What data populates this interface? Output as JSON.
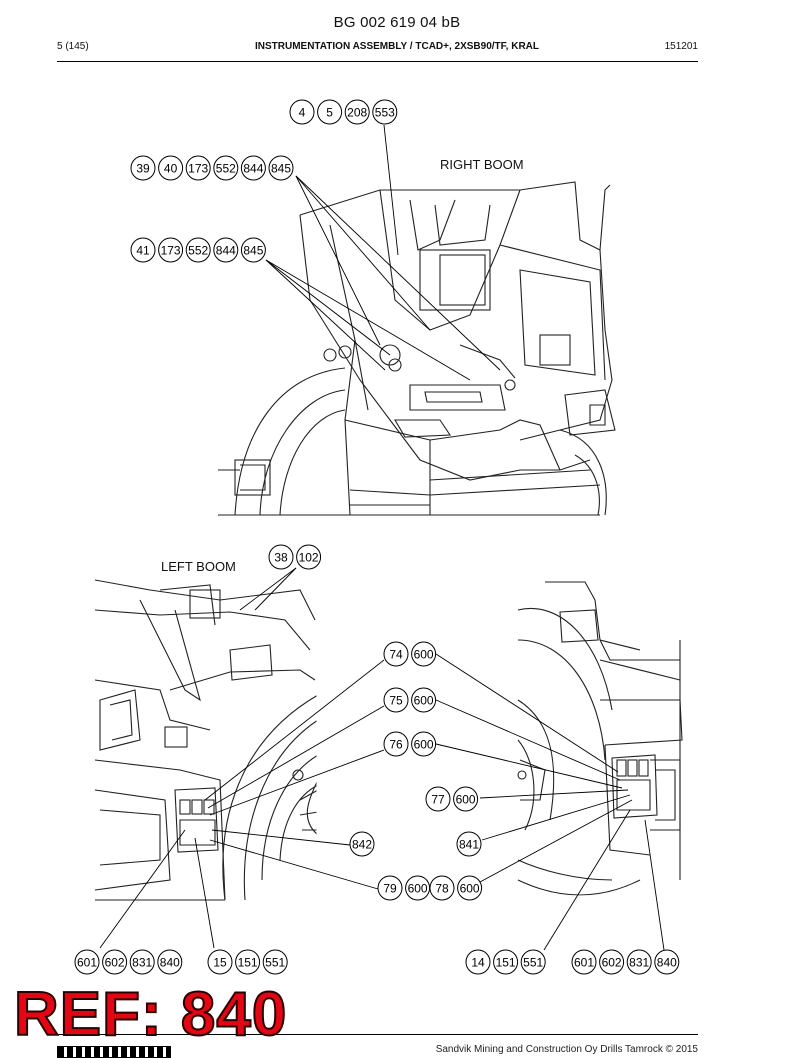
{
  "header": {
    "document_title": "BG 002 619 04 bB",
    "page": "5 (145)",
    "section": "INSTRUMENTATION ASSEMBLY / TCAD+, 2XSB90/TF, KRAL",
    "date": "151201"
  },
  "labels": {
    "right_boom": "RIGHT BOOM",
    "left_boom": "LEFT BOOM"
  },
  "balloon_groups": [
    [
      "4",
      "5",
      "208",
      "553"
    ],
    [
      "39",
      "40",
      "173",
      "552",
      "844",
      "845"
    ],
    [
      "41",
      "173",
      "552",
      "844",
      "845"
    ],
    [
      "38",
      "102"
    ],
    [
      "74",
      "600"
    ],
    [
      "75",
      "600"
    ],
    [
      "76",
      "600"
    ],
    [
      "77",
      "600"
    ],
    [
      "842"
    ],
    [
      "841"
    ],
    [
      "79",
      "600"
    ],
    [
      "78",
      "600"
    ],
    [
      "601",
      "602",
      "831",
      "840"
    ],
    [
      "15",
      "151",
      "551"
    ],
    [
      "14",
      "151",
      "551"
    ],
    [
      "601",
      "602",
      "831",
      "840"
    ]
  ],
  "stamp": "REF: 840",
  "footer": {
    "copyright": "Sandvik Mining and Construction Oy Drills Tamrock © 2015"
  }
}
